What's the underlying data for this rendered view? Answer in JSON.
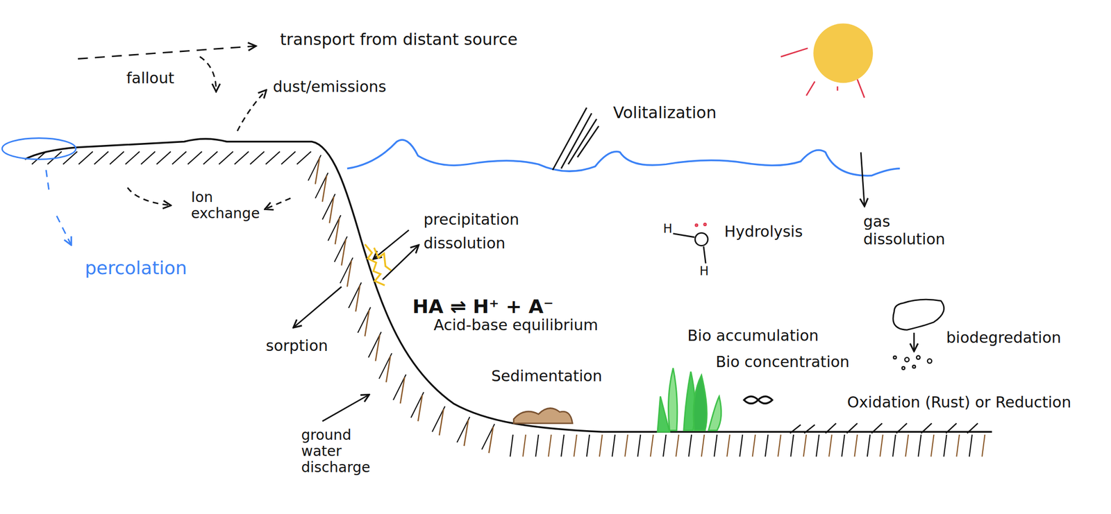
{
  "diagram": {
    "labels": [
      "transport from distant source",
      "fallout",
      "dust/emissions",
      "Volitalization",
      "percolation",
      "Ion exchange",
      "precipitation",
      "dissolution",
      "H",
      "H",
      "Hydrolysis",
      "gas dissolution",
      "HA ⇌ H⁺ + A⁻",
      "Acid-base equilibrium",
      "sorption",
      "Bio accumulation",
      "Bio concentration",
      "biodegredation",
      "Sedimentation",
      "Oxidation (Rust) or Reduction",
      "ground water discharge"
    ]
  }
}
